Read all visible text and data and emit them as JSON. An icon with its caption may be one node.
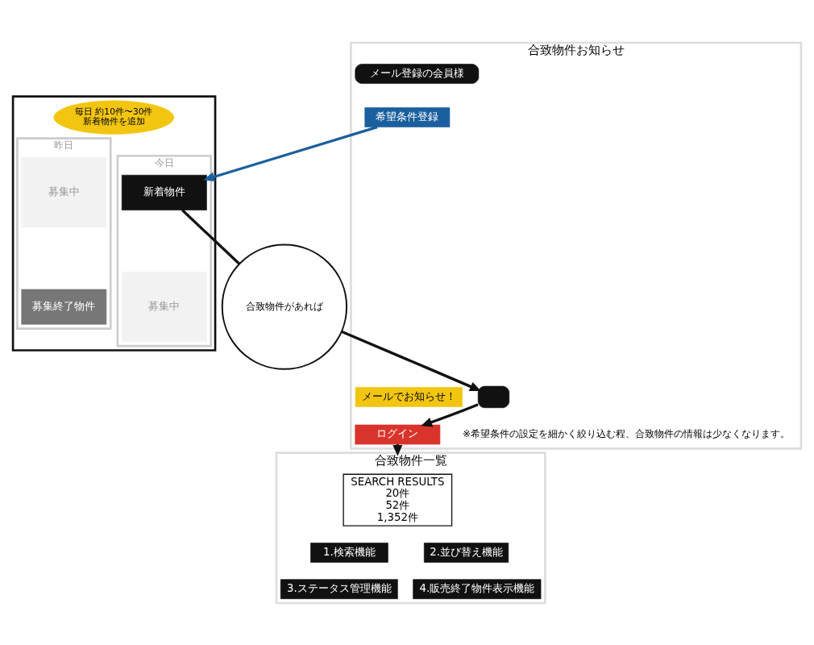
{
  "diagram": {
    "nodes": [
      {
        "text": [],
        "shape": "box"
      },
      {
        "text": [
          "毎日 約10件〜30件",
          "新着物件を追加"
        ],
        "in": 0
      },
      {
        "text": [
          "昨日"
        ],
        "in": 0
      },
      {
        "text": [
          "募集中"
        ],
        "in": 2
      },
      {
        "text": [
          "募集終了物件"
        ],
        "in": 2
      },
      {
        "text": [
          "今日"
        ],
        "in": 0
      },
      {
        "text": [
          "新着物件"
        ],
        "in": 5
      },
      {
        "text": [
          "募集中"
        ],
        "in": 5
      },
      {
        "text": [
          "合致物件お知らせ"
        ]
      },
      {
        "text": [
          "メール登録の会員様"
        ],
        "in": 8
      },
      {
        "text": [
          "希望条件登録"
        ],
        "in": 8
      },
      {
        "text": [],
        "shape": "box",
        "in": 8
      },
      {
        "text": [
          "メールでお知らせ！"
        ],
        "in": 8
      },
      {
        "text": [
          "ログイン"
        ],
        "in": 8
      },
      {
        "text": [
          "合致物件があれば"
        ]
      },
      {
        "text": [
          "合致物件一覧"
        ]
      },
      {
        "text": [
          "SEARCH RESULTS",
          "20件",
          "52件",
          "1,352件"
        ],
        "in": 15
      },
      {
        "text": [
          "1.検索機能"
        ],
        "in": 15
      },
      {
        "text": [
          "2.並び替え機能"
        ],
        "in": 15
      },
      {
        "text": [
          "3.ステータス管理機能"
        ],
        "in": 15
      },
      {
        "text": [
          "4.販売終了物件表示機能"
        ],
        "in": 15
      }
    ],
    "edges": [
      {
        "from": 10,
        "to": 6,
        "arrow": "to",
        "color": "#1a5f9e"
      },
      {
        "from": 6,
        "to": 14,
        "arrow": "none"
      },
      {
        "from": 14,
        "to": 11,
        "arrow": "to"
      },
      {
        "from": 11,
        "to": 13,
        "arrow": "to"
      },
      {
        "from": 13,
        "to": 15,
        "arrow": "to"
      }
    ],
    "labels": [
      "※希望条件の設定を細かく絞り込む程、合致物件の情報は少なくなります。"
    ]
  }
}
